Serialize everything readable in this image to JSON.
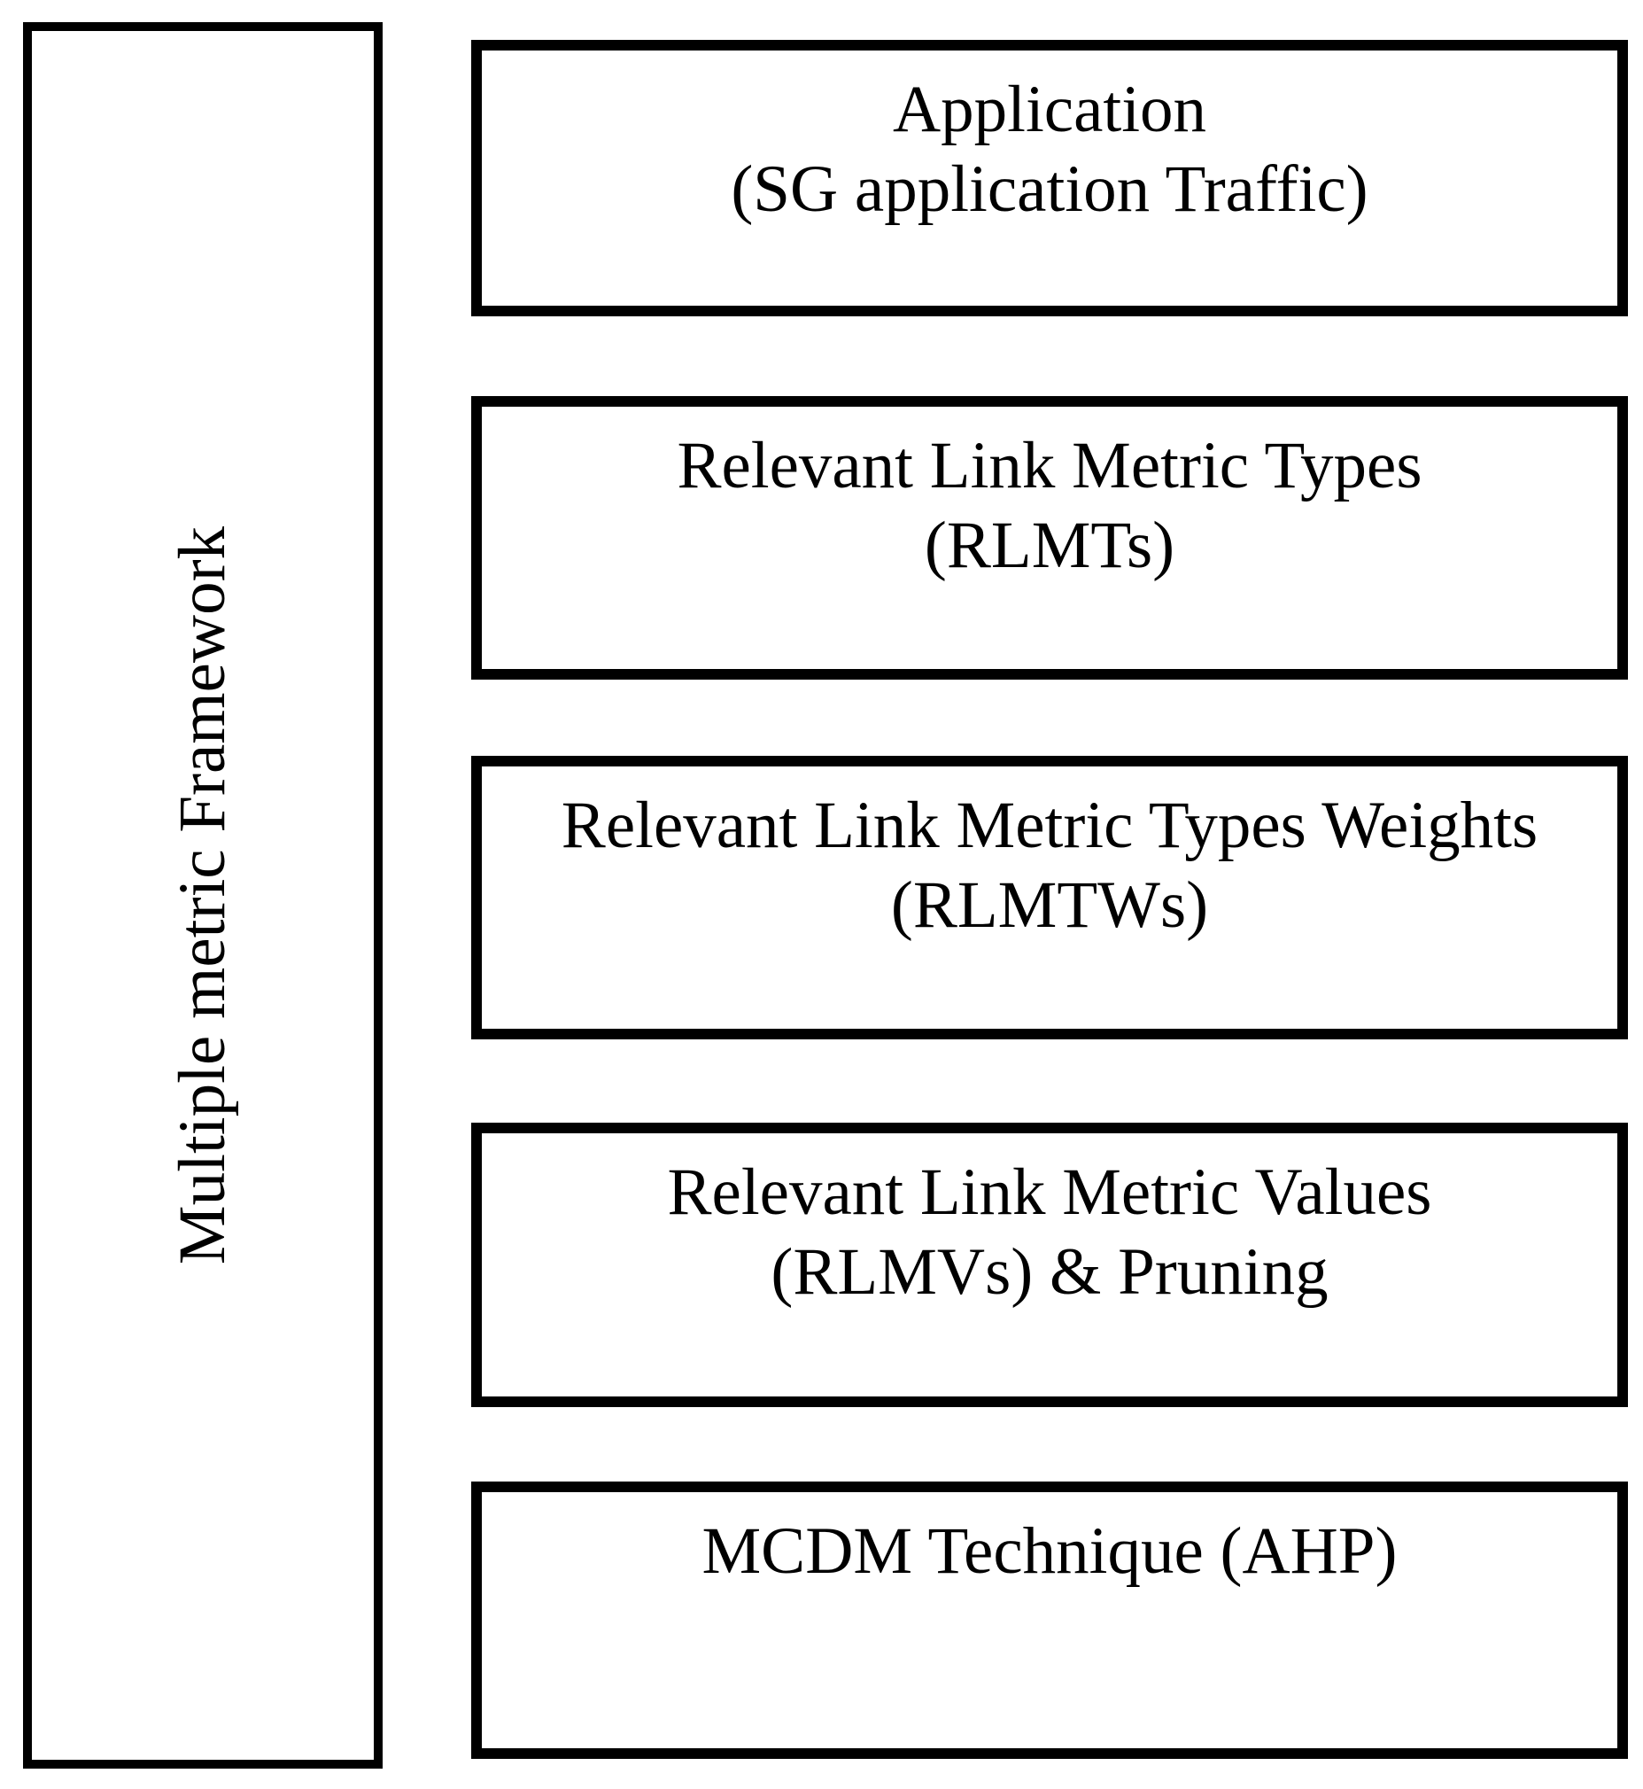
{
  "diagram": {
    "colors": {
      "border": "#000000",
      "background": "#ffffff",
      "text": "#000000"
    },
    "framework": {
      "label": "Multiple metric Framework"
    },
    "stages": [
      {
        "id": "application",
        "line1": "Application",
        "line2": "(SG application Traffic)"
      },
      {
        "id": "rlmt",
        "line1": "Relevant Link Metric Types",
        "line2": "(RLMTs)"
      },
      {
        "id": "rlmtw",
        "line1": "Relevant Link Metric Types Weights",
        "line2": "(RLMTWs)"
      },
      {
        "id": "rlmv",
        "line1": "Relevant Link Metric Values",
        "line2": "(RLMVs) & Pruning"
      },
      {
        "id": "mcdm",
        "line1": "MCDM Technique (AHP)",
        "line2": ""
      }
    ]
  }
}
